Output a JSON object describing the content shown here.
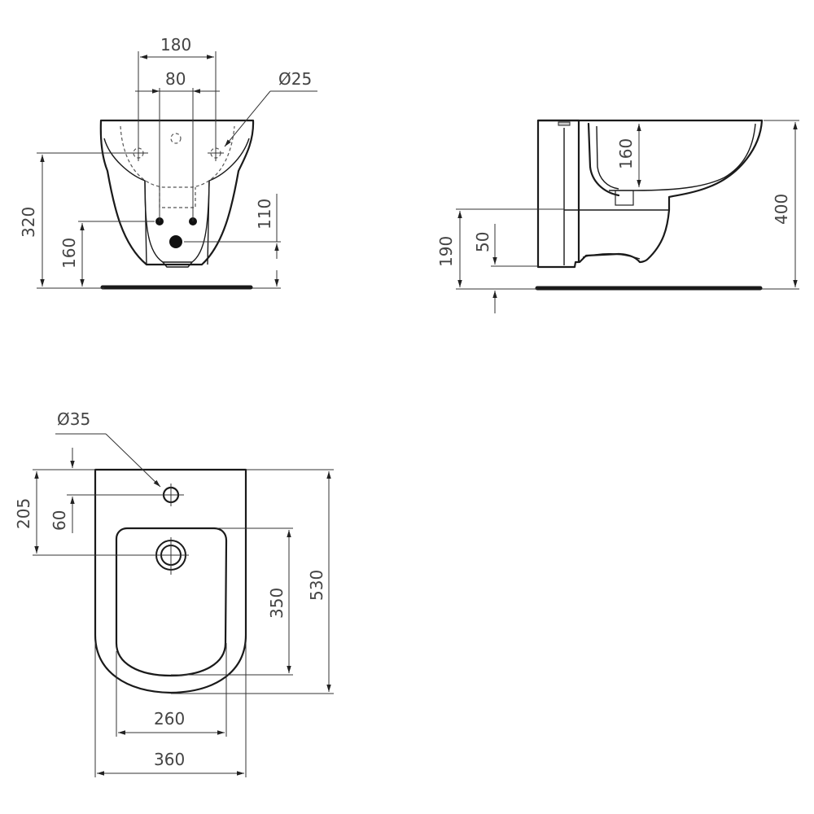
{
  "drawing": {
    "front_view": {
      "dimensions": {
        "outer_tap_spacing": "180",
        "inner_spacing": "80",
        "tap_hole_diameter": "Ø25",
        "height_to_taps": "320",
        "height_to_supply": "160",
        "drain_offset": "110"
      }
    },
    "side_view": {
      "dimensions": {
        "bowl_depth": "160",
        "total_height": "400",
        "height_to_fixing": "190",
        "foot_clearance": "50"
      }
    },
    "top_view": {
      "dimensions": {
        "tap_hole_diameter": "Ø35",
        "tap_hole_to_drain": "205",
        "tap_hole_from_back": "60",
        "bowl_length": "350",
        "total_length": "530",
        "bowl_width": "260",
        "total_width": "360"
      }
    }
  },
  "colors": {
    "line": "#1a1a1a",
    "dimension": "#333333",
    "text": "#444444",
    "background": "#ffffff"
  }
}
